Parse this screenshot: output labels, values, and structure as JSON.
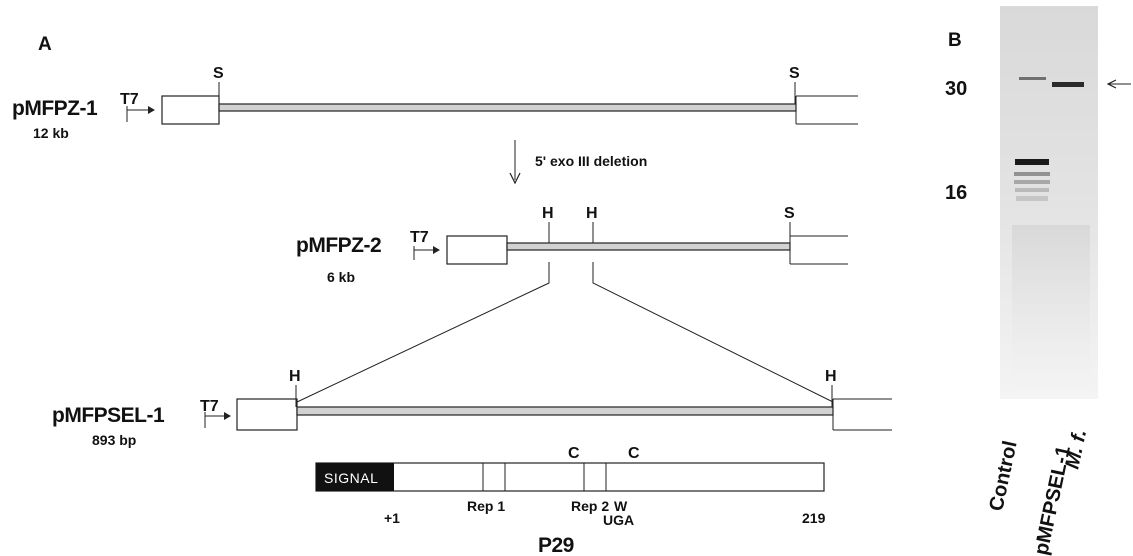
{
  "panel_a": {
    "label": "A",
    "constructs": [
      {
        "name": "pMFPZ-1",
        "size": "12 kb",
        "promoter": "T7",
        "sites": [
          "S",
          "S"
        ]
      },
      {
        "name": "pMFPZ-2",
        "size": "6 kb",
        "promoter": "T7",
        "sites": [
          "H",
          "H",
          "S"
        ]
      },
      {
        "name": "pMFPSEL-1",
        "size": "893 bp",
        "promoter": "T7",
        "sites": [
          "H",
          "H"
        ]
      }
    ],
    "deletion_label": "5' exo III deletion",
    "protein": {
      "signal_label": "SIGNAL",
      "residue_start": "+1",
      "residue_end": "219",
      "repeats": [
        "Rep 1",
        "Rep 2"
      ],
      "cysteines": [
        "C",
        "C"
      ],
      "selenocysteine": {
        "residue": "W",
        "codon": "UGA"
      },
      "name": "P29"
    }
  },
  "panel_b": {
    "label": "B",
    "markers": [
      "30",
      "16"
    ],
    "lanes": [
      "Control",
      "pMFPSEL-1",
      "M. f."
    ]
  }
}
